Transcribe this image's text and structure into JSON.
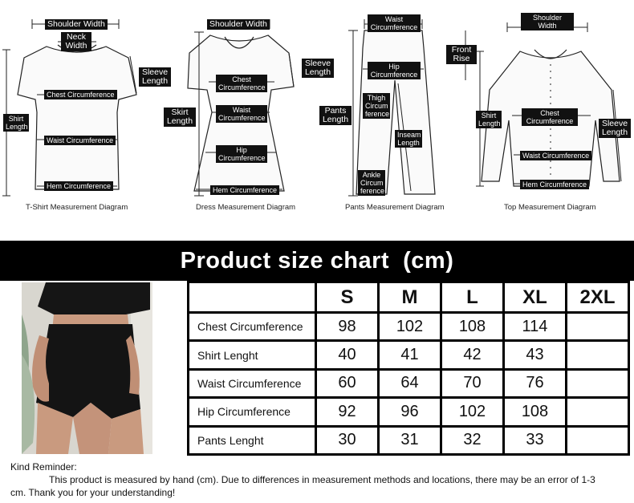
{
  "diagrams": {
    "tshirt": {
      "caption": "T-Shirt Measurement Diagram",
      "labels": {
        "shoulder_width": "Shoulder Width",
        "neck_width": "Neck Width",
        "sleeve_length": "Sleeve Length",
        "shirt_length": "Shirt Length",
        "chest": "Chest Circumference",
        "waist": "Waist Circumference",
        "hem": "Hem Circumference"
      }
    },
    "dress": {
      "caption": "Dress Measurement Diagram",
      "labels": {
        "shoulder_width": "Shoulder Width",
        "sleeve_length": "Sleeve Length",
        "skirt_length": "Skirt Length",
        "chest": "Chest Circumference",
        "waist": "Waist Circumference",
        "hip": "Hip Circumference",
        "hem": "Hem Circumference"
      }
    },
    "pants": {
      "caption": "Pants Measurement Diagram",
      "labels": {
        "waist": "Waist Circumference",
        "hip": "Hip Circumference",
        "thigh": "Thigh Circum ference",
        "pants_length": "Pants Length",
        "inseam": "Inseam Length",
        "ankle": "Ankle Circum ference"
      }
    },
    "top": {
      "caption": "Top Measurement Diagram",
      "labels": {
        "shoulder_width": "Shoulder Width",
        "front_rise": "Front Rise",
        "shirt_length": "Shirt Length",
        "chest": "Chest Circumference",
        "sleeve_length": "Sleeve Length",
        "waist": "Waist Circumference",
        "hem": "Hem Circumference"
      }
    }
  },
  "title": "Product size chart  (cm)",
  "table": {
    "sizes": [
      "S",
      "M",
      "L",
      "XL",
      "2XL"
    ],
    "rows": [
      {
        "label": "Chest Circumference",
        "values": [
          "98",
          "102",
          "108",
          "114",
          ""
        ]
      },
      {
        "label": "Shirt Lenght",
        "values": [
          "40",
          "41",
          "42",
          "43",
          ""
        ]
      },
      {
        "label": "Waist Circumference",
        "values": [
          "60",
          "64",
          "70",
          "76",
          ""
        ]
      },
      {
        "label": "Hip Circumference",
        "values": [
          "92",
          "96",
          "102",
          "108",
          ""
        ]
      },
      {
        "label": "Pants Lenght",
        "values": [
          "30",
          "31",
          "32",
          "33",
          ""
        ]
      }
    ]
  },
  "reminder": {
    "title": "Kind Reminder:",
    "line1": "This product is measured by hand (cm). Due to differences in measurement methods and locations, there may be an error of 1-3",
    "line2": "cm. Thank you for your understanding!"
  },
  "colors": {
    "tag_bg": "#111111",
    "title_bar": "#000000",
    "line": "#1a1a1a"
  }
}
